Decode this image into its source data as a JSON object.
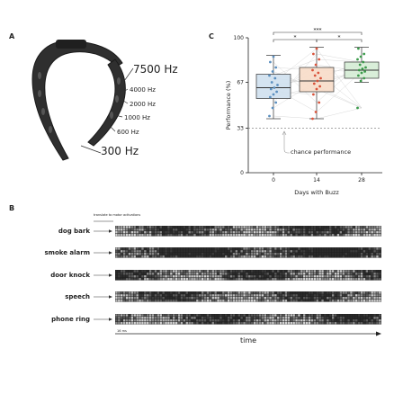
{
  "panels": {
    "a": "A",
    "b": "B",
    "c": "C"
  },
  "panel_a": {
    "labels": [
      "7500 Hz",
      "4000 Hz",
      "2000 Hz",
      "1000 Hz",
      "600 Hz",
      "300 Hz"
    ]
  },
  "panel_b": {
    "legend_note": "translate to motor activations",
    "sounds": [
      "dog bark",
      "smoke alarm",
      "door knock",
      "speech",
      "phone ring"
    ],
    "scale_note": "16 ms",
    "axis_label": "time"
  },
  "chart_data": {
    "type": "box",
    "categories": [
      "0",
      "14",
      "28"
    ],
    "xlabel": "Days with Buzz",
    "ylabel": "Performance (%)",
    "yticks": [
      "0",
      "33",
      "67",
      "100"
    ],
    "ylim": [
      0,
      100
    ],
    "chance_level": 33,
    "chance_label": "chance performance",
    "significance": [
      "*",
      "*",
      "***"
    ],
    "series": [
      {
        "category": "0",
        "color": "#5b8fbf",
        "fill": "#cfe0ee",
        "q1": 55,
        "median": 63,
        "q3": 73,
        "whisker_low": 40,
        "whisker_high": 87,
        "points": [
          42,
          48,
          52,
          56,
          58,
          60,
          62,
          63,
          65,
          67,
          70,
          72,
          75,
          78,
          82,
          86
        ]
      },
      {
        "category": "14",
        "color": "#d9533b",
        "fill": "#f7dcc8",
        "q1": 60,
        "median": 68,
        "q3": 78,
        "whisker_low": 40,
        "whisker_high": 93,
        "points": [
          40,
          45,
          52,
          58,
          62,
          64,
          66,
          68,
          70,
          72,
          74,
          76,
          80,
          84,
          88,
          92
        ]
      },
      {
        "category": "28",
        "color": "#3a9a4a",
        "fill": "#d5ecd5",
        "q1": 70,
        "median": 76,
        "q3": 82,
        "whisker_low": 67,
        "whisker_high": 93,
        "points": [
          48,
          68,
          70,
          72,
          74,
          75,
          76,
          77,
          78,
          80,
          82,
          84,
          86,
          88,
          92
        ]
      }
    ]
  },
  "colors": {
    "ink": "#222222",
    "grid_dark": "#2b2b2b",
    "grid_mid": "#8a8a8a",
    "grid_light": "#d0d0d0",
    "chance": "#888888"
  }
}
